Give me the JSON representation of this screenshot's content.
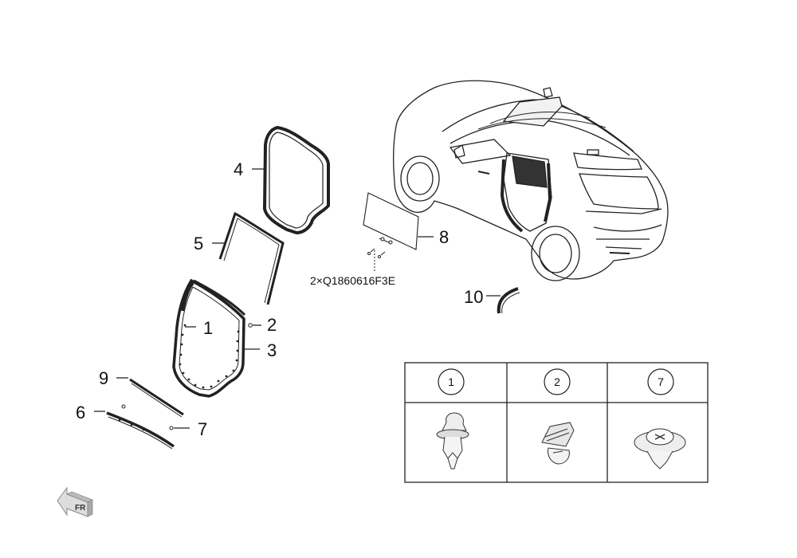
{
  "callouts": {
    "c1": "1",
    "c2": "2",
    "c3": "3",
    "c4": "4",
    "c5": "5",
    "c6": "6",
    "c7": "7",
    "c8": "8",
    "c9": "9",
    "c10": "10"
  },
  "part_code": "2×Q1860616F3E",
  "legend": {
    "items": [
      {
        "ref": "1",
        "icon": "push-clip"
      },
      {
        "ref": "2",
        "icon": "fir-tree-clip"
      },
      {
        "ref": "7",
        "icon": "round-trim-fastener"
      }
    ]
  },
  "direction_marker": "FR"
}
